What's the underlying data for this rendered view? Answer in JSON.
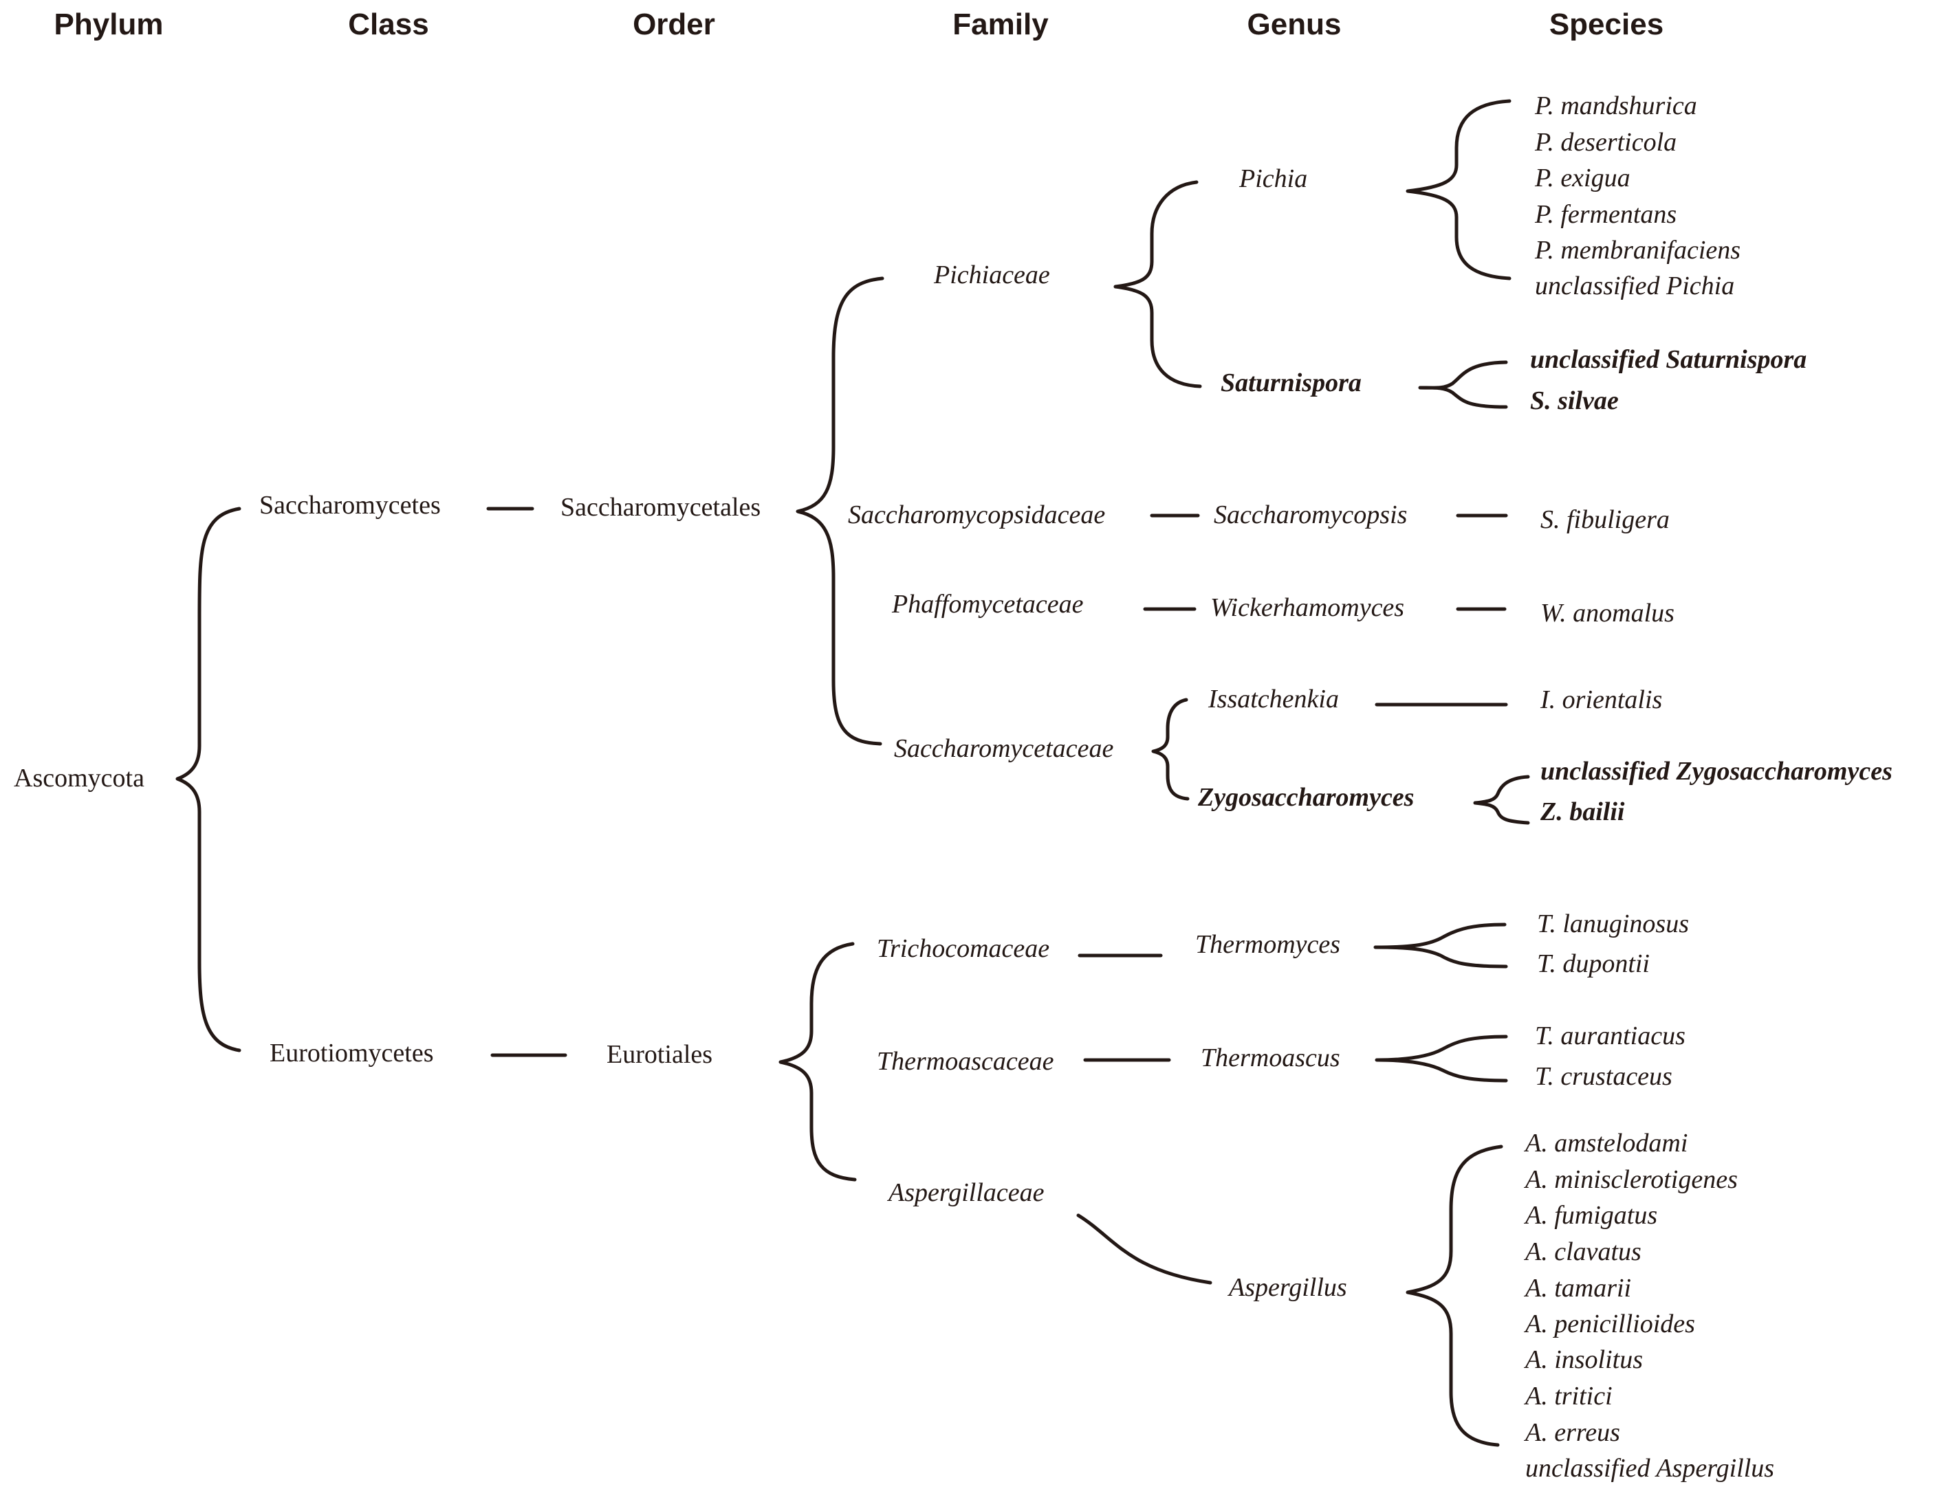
{
  "headers": {
    "phylum": "Phylum",
    "class": "Class",
    "order": "Order",
    "family": "Family",
    "genus": "Genus",
    "species": "Species"
  },
  "phylum": {
    "name": "Ascomycota"
  },
  "classes": {
    "saccharomycetes": "Saccharomycetes",
    "eurotiomycetes": "Eurotiomycetes"
  },
  "orders": {
    "saccharomycetales": "Saccharomycetales",
    "eurotiales": "Eurotiales"
  },
  "families": {
    "pichiaceae": "Pichiaceae",
    "saccharomycopsidaceae": "Saccharomycopsidaceae",
    "phaffomycetaceae": "Phaffomycetaceae",
    "saccharomycetaceae": "Saccharomycetaceae",
    "trichocomaceae": "Trichocomaceae",
    "thermoascaceae": "Thermoascaceae",
    "aspergillaceae": "Aspergillaceae"
  },
  "genera": {
    "pichia": "Pichia",
    "saturnispora": "Saturnispora",
    "saccharomycopsis": "Saccharomycopsis",
    "wickerhamomyces": "Wickerhamomyces",
    "issatchenkia": "Issatchenkia",
    "zygosaccharomyces": "Zygosaccharomyces",
    "thermomyces": "Thermomyces",
    "thermoascus": "Thermoascus",
    "aspergillus": "Aspergillus"
  },
  "species": {
    "pichia": [
      "P. mandshurica",
      "P. deserticola",
      "P. exigua",
      "P. fermentans",
      "P. membranifaciens",
      "unclassified  Pichia"
    ],
    "saturnispora": [
      "unclassified Saturnispora",
      "S. silvae"
    ],
    "saccharomycopsis": [
      "S. fibuligera"
    ],
    "wickerhamomyces": [
      "W. anomalus"
    ],
    "issatchenkia": [
      "I. orientalis"
    ],
    "zygosaccharomyces": [
      "unclassified Zygosaccharomyces",
      "Z. bailii"
    ],
    "thermomyces": [
      "T. lanuginosus",
      "T. dupontii"
    ],
    "thermoascus": [
      "T. aurantiacus",
      "T. crustaceus"
    ],
    "aspergillus": [
      "A. amstelodami",
      "A. minisclerotigenes",
      "A. fumigatus",
      "A. clavatus",
      "A. tamarii",
      "A. penicillioides",
      "A. insolitus",
      "A. tritici",
      "A. erreus",
      "unclassified Aspergillus"
    ]
  },
  "highlighted": [
    "Saturnispora",
    "Zygosaccharomyces"
  ],
  "colors": {
    "ink": "#231815",
    "background": "#ffffff"
  }
}
